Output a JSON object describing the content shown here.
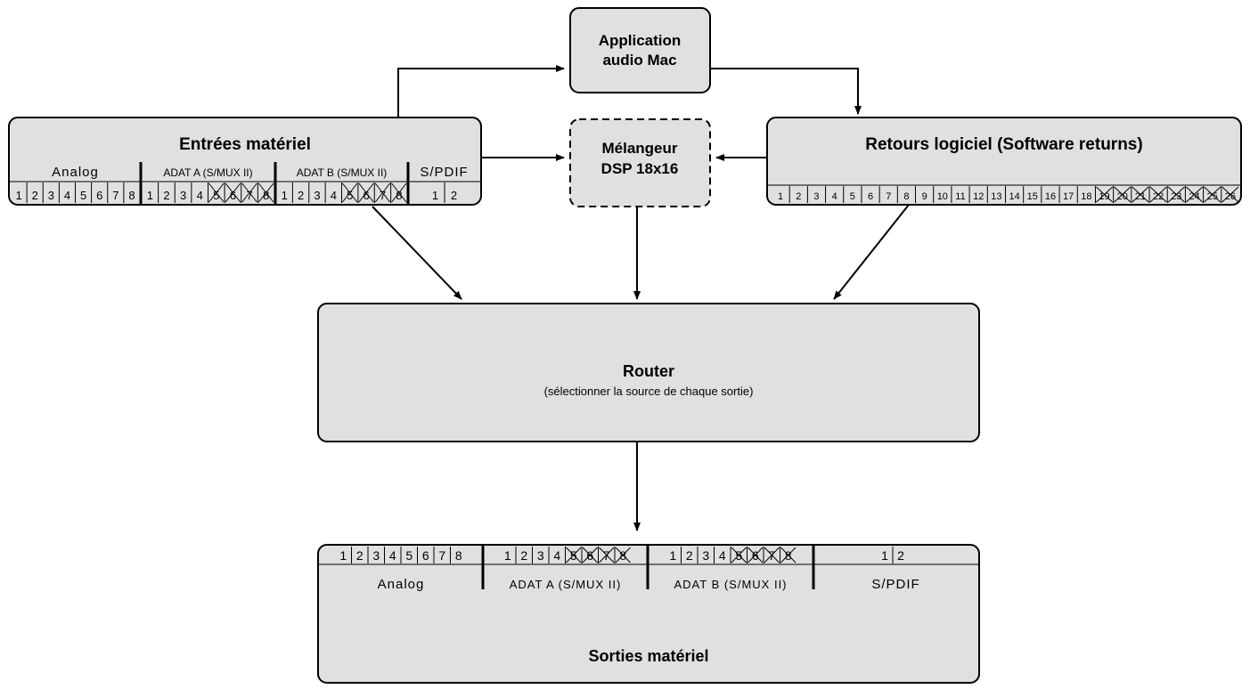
{
  "nodes": {
    "app": {
      "line1": "Application",
      "line2": "audio Mac"
    },
    "mixer": {
      "line1": "Mélangeur",
      "line2": "DSP 18x16"
    },
    "inputs": {
      "title": "Entrées matériel",
      "groups": [
        {
          "label": "Analog",
          "channels": [
            "1",
            "2",
            "3",
            "4",
            "5",
            "6",
            "7",
            "8"
          ],
          "crossed": []
        },
        {
          "label": "ADAT A (S/MUX II)",
          "channels": [
            "1",
            "2",
            "3",
            "4",
            "5",
            "6",
            "7",
            "8"
          ],
          "crossed": [
            "5",
            "6",
            "7",
            "8"
          ]
        },
        {
          "label": "ADAT B (S/MUX II)",
          "channels": [
            "1",
            "2",
            "3",
            "4",
            "5",
            "6",
            "7",
            "8"
          ],
          "crossed": [
            "5",
            "6",
            "7",
            "8"
          ]
        },
        {
          "label": "S/PDIF",
          "channels": [
            "1",
            "2"
          ],
          "crossed": []
        }
      ]
    },
    "returns": {
      "title": "Retours logiciel (Software returns)",
      "channels": [
        "1",
        "2",
        "3",
        "4",
        "5",
        "6",
        "7",
        "8",
        "9",
        "10",
        "11",
        "12",
        "13",
        "14",
        "15",
        "16",
        "17",
        "18",
        "19",
        "20",
        "21",
        "22",
        "23",
        "24",
        "25",
        "26"
      ],
      "crossed": [
        "19",
        "20",
        "21",
        "22",
        "23",
        "24",
        "25",
        "26"
      ]
    },
    "router": {
      "title": "Router",
      "subtitle": "(sélectionner la source de chaque sortie)"
    },
    "outputs": {
      "title": "Sorties matériel",
      "groups": [
        {
          "label": "Analog",
          "channels": [
            "1",
            "2",
            "3",
            "4",
            "5",
            "6",
            "7",
            "8"
          ],
          "crossed": []
        },
        {
          "label": "ADAT A (S/MUX II)",
          "channels": [
            "1",
            "2",
            "3",
            "4",
            "5",
            "6",
            "7",
            "8"
          ],
          "crossed": [
            "5",
            "6",
            "7",
            "8"
          ]
        },
        {
          "label": "ADAT B (S/MUX II)",
          "channels": [
            "1",
            "2",
            "3",
            "4",
            "5",
            "6",
            "7",
            "8"
          ],
          "crossed": [
            "5",
            "6",
            "7",
            "8"
          ]
        },
        {
          "label": "S/PDIF",
          "channels": [
            "1",
            "2"
          ],
          "crossed": []
        }
      ]
    }
  },
  "edges": [
    {
      "from": "inputs",
      "to": "app"
    },
    {
      "from": "app",
      "to": "returns"
    },
    {
      "from": "inputs",
      "to": "mixer"
    },
    {
      "from": "returns",
      "to": "mixer"
    },
    {
      "from": "inputs",
      "to": "router"
    },
    {
      "from": "mixer",
      "to": "router"
    },
    {
      "from": "returns",
      "to": "router"
    },
    {
      "from": "router",
      "to": "outputs"
    }
  ],
  "colors": {
    "box_fill": "#e0e0e2",
    "stroke": "#000000",
    "background": "#ffffff"
  }
}
